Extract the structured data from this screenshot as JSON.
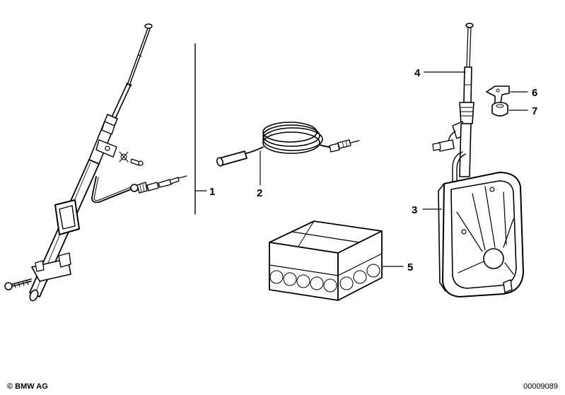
{
  "callouts": [
    {
      "id": "1",
      "label": "1"
    },
    {
      "id": "2",
      "label": "2"
    },
    {
      "id": "3",
      "label": "3"
    },
    {
      "id": "4",
      "label": "4"
    },
    {
      "id": "5",
      "label": "5"
    },
    {
      "id": "6",
      "label": "6"
    },
    {
      "id": "7",
      "label": "7"
    }
  ],
  "footer": {
    "copyright": "© BMW AG",
    "diagram_number": "00009089"
  }
}
